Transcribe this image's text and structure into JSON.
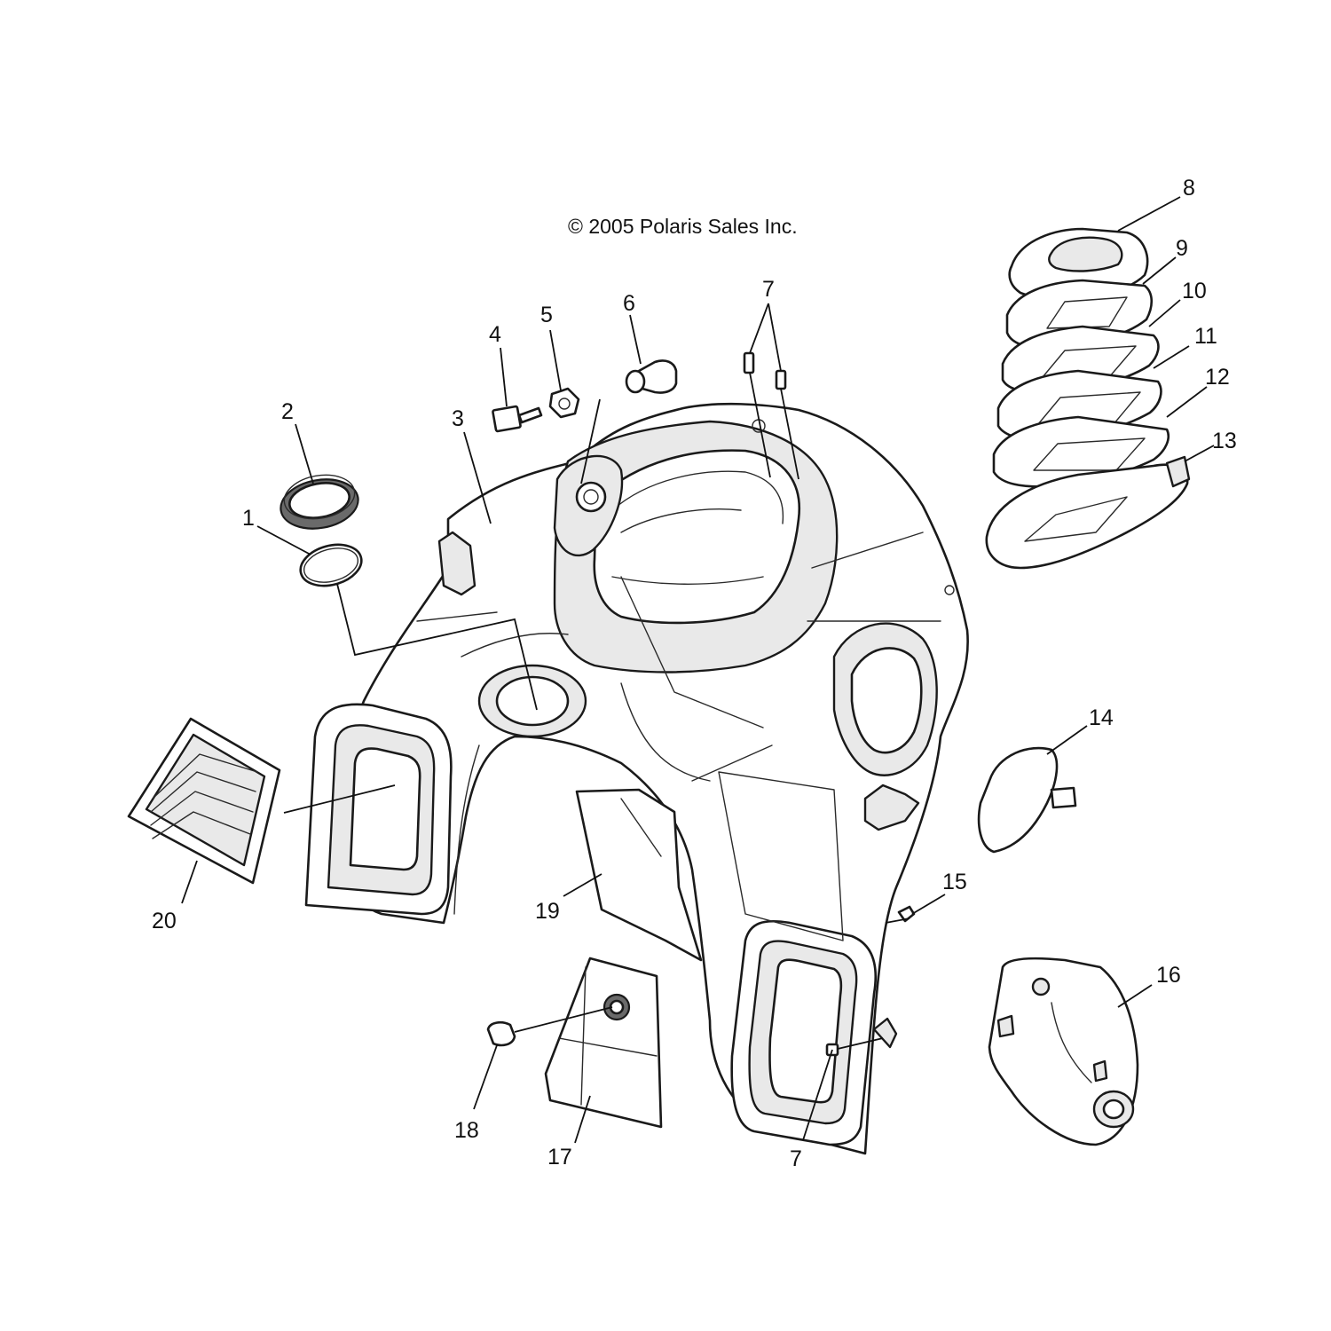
{
  "copyright": "© 2005 Polaris Sales Inc.",
  "callouts": {
    "c1": "1",
    "c2": "2",
    "c3": "3",
    "c4": "4",
    "c5": "5",
    "c6": "6",
    "c7a": "7",
    "c7b": "7",
    "c8": "8",
    "c9": "9",
    "c10": "10",
    "c11": "11",
    "c12": "12",
    "c13": "13",
    "c14": "14",
    "c15": "15",
    "c16": "16",
    "c17": "17",
    "c18": "18",
    "c19": "19",
    "c20": "20"
  }
}
